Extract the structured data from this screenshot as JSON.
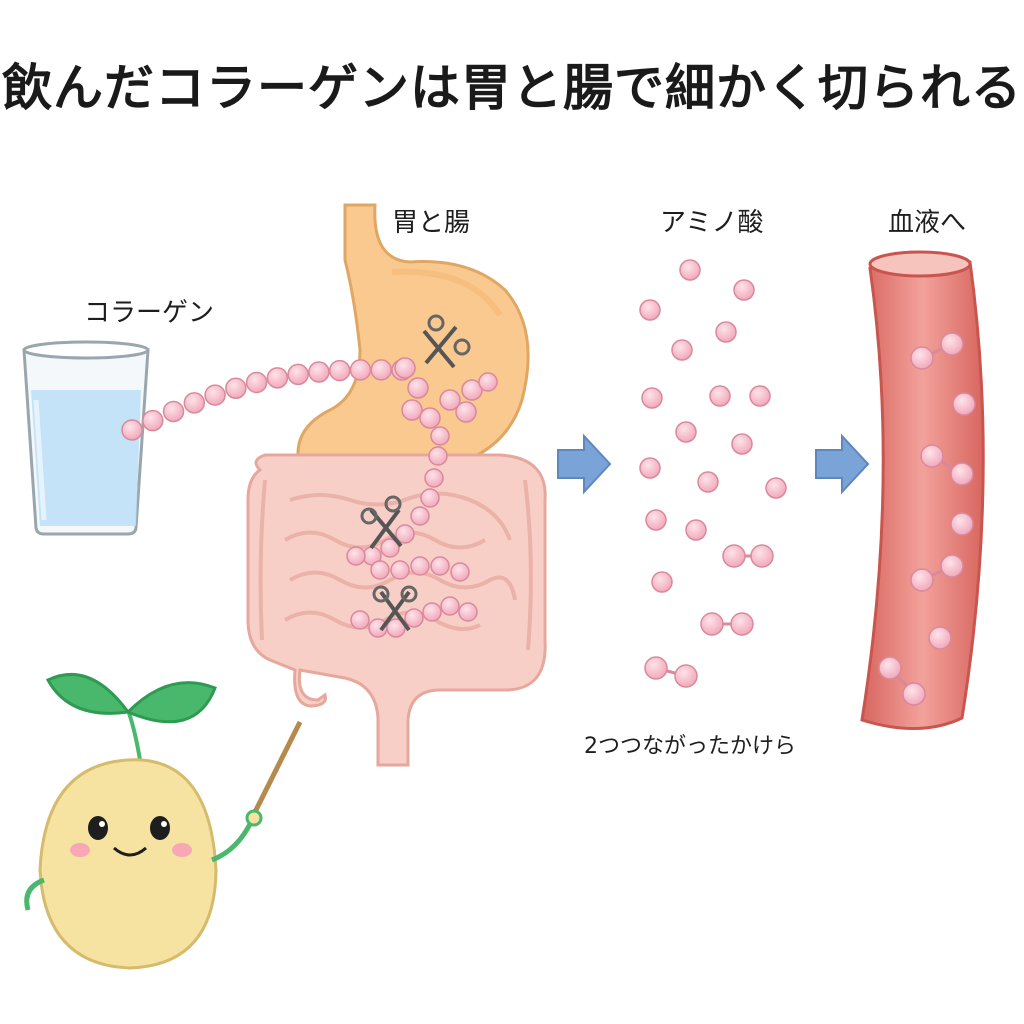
{
  "title": "飲んだコラーゲンは胃と腸で細かく切られる",
  "labels": {
    "collagen": "コラーゲン",
    "stomach_intestine": "胃と腸",
    "amino_acids": "アミノ酸",
    "to_blood": "血液へ",
    "dipeptide": "2つつながったかけら"
  },
  "colors": {
    "bead": "#f5b8c6",
    "bead_stroke": "#d9899c",
    "stomach": "#f9c98f",
    "intestine": "#f8cfc7",
    "water": "#bfe0f7",
    "arrow": "#7aa3d8",
    "vessel": "#e8867f",
    "sprout_leaf": "#49b86c",
    "seed_body": "#f6e3a2"
  },
  "icons": [
    "glass-icon",
    "scissors-icon",
    "arrow-right-icon",
    "blood-vessel-icon",
    "sprout-mascot-icon"
  ]
}
